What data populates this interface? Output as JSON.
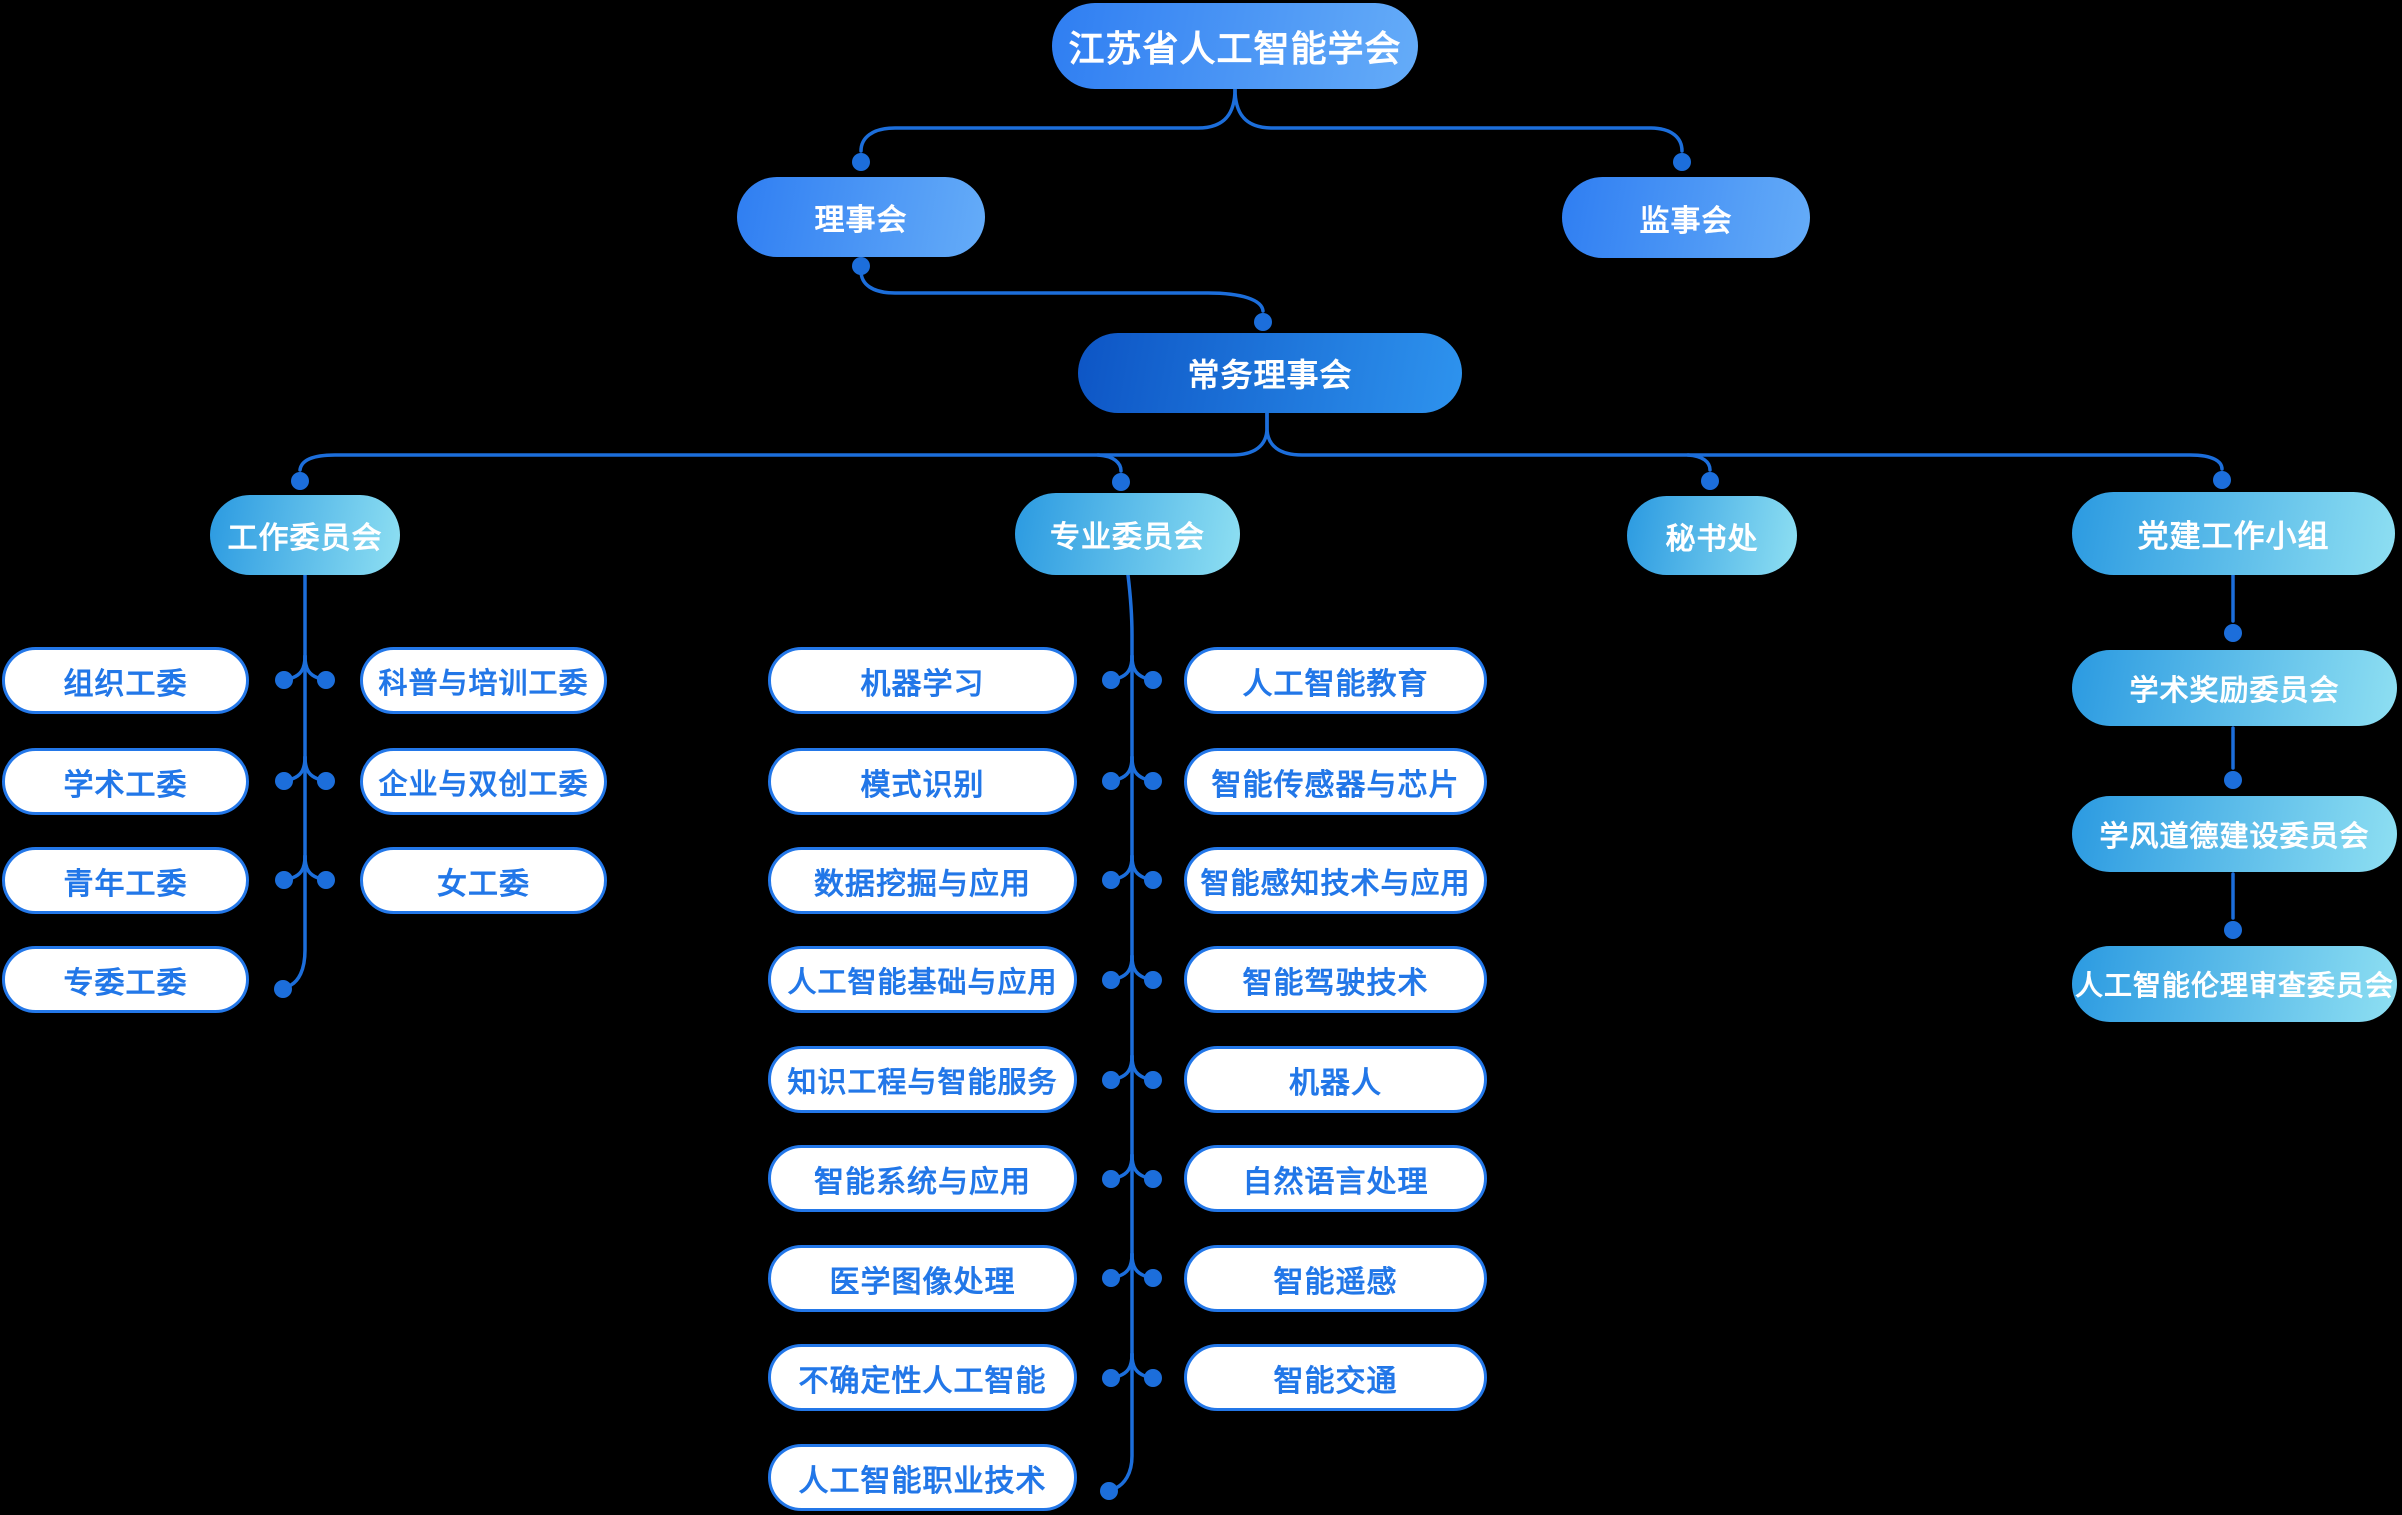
{
  "org": {
    "root": {
      "label": "江苏省人工智能学会"
    },
    "level2": [
      {
        "label": "理事会"
      },
      {
        "label": "监事会"
      }
    ],
    "level3": {
      "label": "常务理事会"
    },
    "level4": [
      {
        "label": "工作委员会"
      },
      {
        "label": "专业委员会"
      },
      {
        "label": "秘书处"
      },
      {
        "label": "党建工作小组"
      }
    ],
    "working": {
      "left": [
        "组织工委",
        "学术工委",
        "青年工委",
        "专委工委"
      ],
      "right": [
        "科普与培训工委",
        "企业与双创工委",
        "女工委"
      ]
    },
    "professional": {
      "left": [
        "机器学习",
        "模式识别",
        "数据挖掘与应用",
        "人工智能基础与应用",
        "知识工程与智能服务",
        "智能系统与应用",
        "医学图像处理",
        "不确定性人工智能",
        "人工智能职业技术"
      ],
      "right": [
        "人工智能教育",
        "智能传感器与芯片",
        "智能感知技术与应用",
        "智能驾驶技术",
        "机器人",
        "自然语言处理",
        "智能遥感",
        "智能交通"
      ]
    },
    "party": [
      "学术奖励委员会",
      "学风道德建设委员会",
      "人工智能伦理审查委员会"
    ],
    "colors": {
      "background": "#000000",
      "line": "#1c6edb",
      "level1_gradient": [
        "#2f7ef2",
        "#65acf8"
      ],
      "standing_gradient": [
        "#0d55c5",
        "#2e93ee"
      ],
      "branch_gradient": [
        "#2b9ae1",
        "#8edff2"
      ],
      "leaf_border": "#2377e8",
      "leaf_text": "#2277e8",
      "node_text": "#ffffff"
    }
  }
}
